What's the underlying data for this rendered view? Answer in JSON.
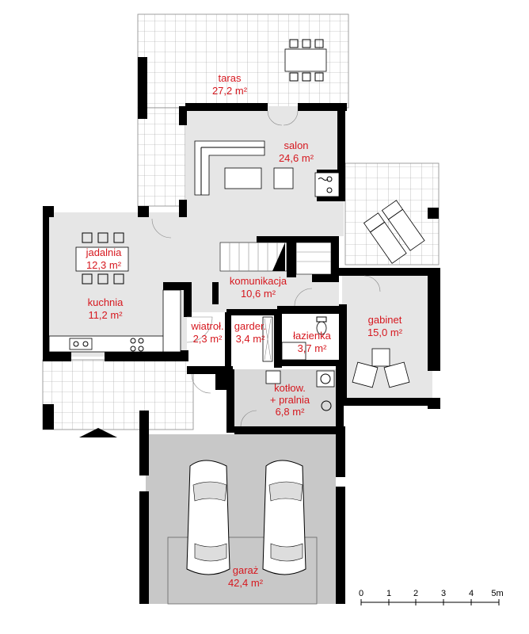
{
  "colors": {
    "label": "#d6181f",
    "wall": "#000000",
    "floor_interior": "#e6e6e6",
    "floor_garage": "#c8c8c8",
    "floor_tile": "#ffffff"
  },
  "rooms": [
    {
      "id": "taras",
      "name": "taras",
      "area": "27,2 m²"
    },
    {
      "id": "salon",
      "name": "salon",
      "area": "24,6 m²"
    },
    {
      "id": "jadalnia",
      "name": "jadalnia",
      "area": "12,3 m²"
    },
    {
      "id": "kuchnia",
      "name": "kuchnia",
      "area": "11,2 m²"
    },
    {
      "id": "komunikacja",
      "name": "komunikacja",
      "area": "10,6 m²"
    },
    {
      "id": "gabinet",
      "name": "gabinet",
      "area": "15,0 m²"
    },
    {
      "id": "wiatrol",
      "name": "wiatroł.",
      "area": "2,3 m²"
    },
    {
      "id": "garder",
      "name": "garder.",
      "area": "3,4 m²"
    },
    {
      "id": "lazienka",
      "name": "łazienka",
      "area": "3,7 m²"
    },
    {
      "id": "kotlow",
      "name": "kotłow.",
      "name2": "+ pralnia",
      "area": "6,8 m²"
    },
    {
      "id": "garaz",
      "name": "garaż",
      "area": "42,4 m²"
    }
  ],
  "scale_bar": {
    "ticks": [
      "0",
      "1",
      "2",
      "3",
      "4",
      "5m"
    ]
  },
  "icons": [
    "car-icon",
    "sofa-icon",
    "stove-icon",
    "sink-icon",
    "toilet-icon",
    "washing-machine-icon",
    "armchair-icon",
    "sunlounger-icon",
    "dining-table-icon"
  ]
}
